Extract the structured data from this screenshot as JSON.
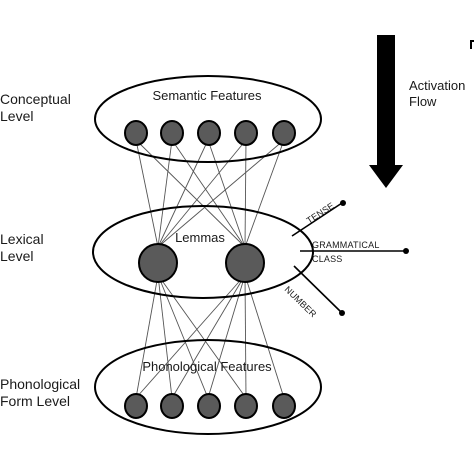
{
  "levels": [
    {
      "line1": "Conceptual",
      "line2": "Level"
    },
    {
      "line1": "Lexical",
      "line2": "Level"
    },
    {
      "line1": "Phonological",
      "line2": "Form Level"
    }
  ],
  "ellipses": {
    "semantic_title": "Semantic Features",
    "lemmas_title": "Lemmas",
    "phonological_title": "Phonological Features"
  },
  "branches": {
    "tense": "TENSE",
    "grammatical_line1": "GRAMMATICAL",
    "grammatical_line2": "CLASS",
    "number": "NUMBER"
  },
  "activation": {
    "line1": "Activation",
    "line2": "Flow"
  },
  "colors": {
    "node_fill": "#5a5a5a",
    "stroke": "#000000",
    "connection": "#555555"
  }
}
